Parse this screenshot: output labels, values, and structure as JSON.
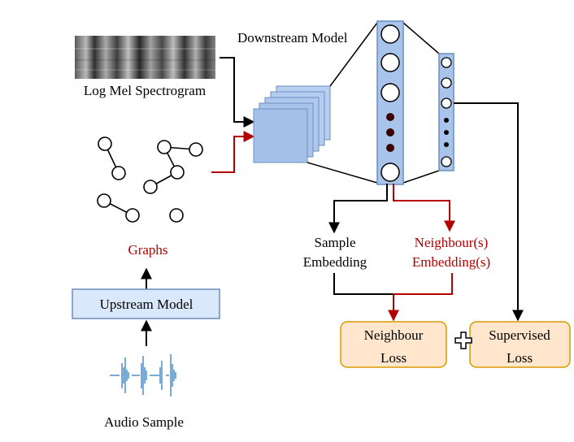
{
  "labels": {
    "downstream_model": "Downstream Model",
    "log_mel": "Log Mel Spectrogram",
    "graphs": "Graphs",
    "upstream_model": "Upstream Model",
    "audio_sample": "Audio Sample",
    "sample_embedding_line1": "Sample",
    "sample_embedding_line2": "Embedding",
    "neighbour_embedding_line1": "Neighbour(s)",
    "neighbour_embedding_line2": "Embedding(s)",
    "neighbour_loss_line1": "Neighbour",
    "neighbour_loss_line2": "Loss",
    "supervised_loss_line1": "Supervised",
    "supervised_loss_line2": "Loss"
  },
  "colors": {
    "red": "#b30000",
    "black": "#000000",
    "layer_blue": "#a9c4eb",
    "layer_stroke": "#6c8ebf",
    "upstream_fill": "#dae8fc",
    "loss_fill": "#ffe6cc",
    "loss_stroke": "#d79b00",
    "audio_blue": "#2f7fc1"
  },
  "icons": {
    "plus": "plus-icon",
    "audio": "audio-waveform-icon",
    "spectrogram": "spectrogram-image"
  }
}
